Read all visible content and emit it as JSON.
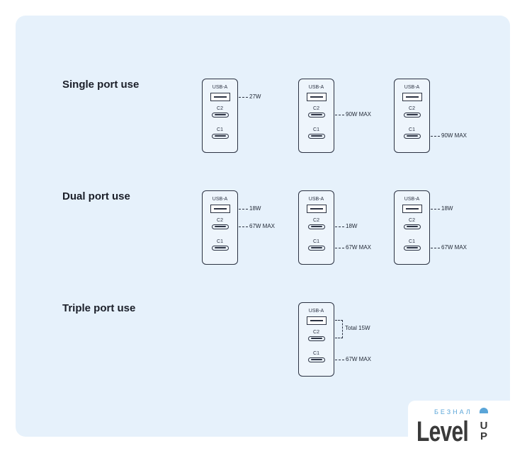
{
  "port_labels": {
    "usb_a": "USB-A",
    "c2": "C2",
    "c1": "C1"
  },
  "rows": [
    {
      "label": "Single port use",
      "chargers": [
        {
          "usb_a": "27W",
          "c2": null,
          "c1": null
        },
        {
          "usb_a": null,
          "c2": "90W MAX",
          "c1": null
        },
        {
          "usb_a": null,
          "c2": null,
          "c1": "90W MAX"
        }
      ]
    },
    {
      "label": "Dual port use",
      "chargers": [
        {
          "usb_a": "18W",
          "c2": "67W MAX",
          "c1": null
        },
        {
          "usb_a": null,
          "c2": "18W",
          "c1": "67W MAX"
        },
        {
          "usb_a": "18W",
          "c2": null,
          "c1": "67W MAX"
        }
      ]
    },
    {
      "label": "Triple port use",
      "chargers": [
        {
          "total": "Total 15W",
          "c1": "67W MAX"
        }
      ]
    }
  ],
  "logo": {
    "top": "БЕЗНАЛ",
    "main": "Level",
    "side": "UP"
  }
}
